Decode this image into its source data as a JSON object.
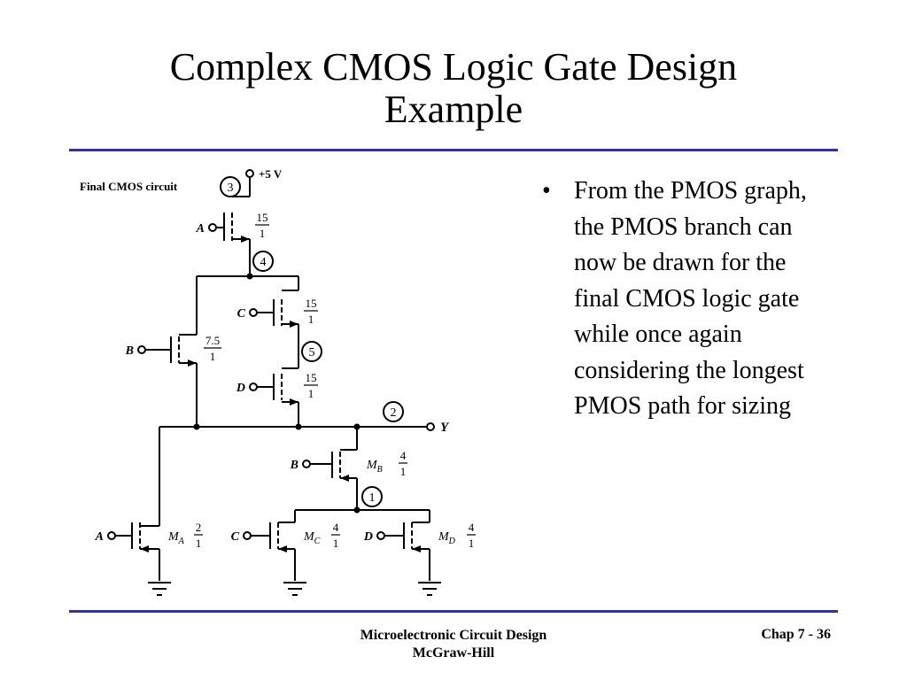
{
  "slide": {
    "title_line1": "Complex CMOS Logic Gate Design",
    "title_line2": "Example"
  },
  "bullets": [
    {
      "text": "From the PMOS graph, the PMOS branch can now be drawn for the final CMOS logic gate while once again considering the longest PMOS path for sizing"
    }
  ],
  "footer": {
    "line1": "Microelectronic Circuit Design",
    "line2": "McGraw-Hill",
    "page": "Chap 7 - 36"
  },
  "circuit": {
    "label": "Final CMOS circuit",
    "supply": "+5 V",
    "output": "Y",
    "nodes": [
      "1",
      "2",
      "3",
      "4",
      "5"
    ],
    "pmos": [
      {
        "gate": "A",
        "ratio_num": "15",
        "ratio_den": "1"
      },
      {
        "gate": "C",
        "ratio_num": "15",
        "ratio_den": "1"
      },
      {
        "gate": "B",
        "ratio_num": "7.5",
        "ratio_den": "1"
      },
      {
        "gate": "D",
        "ratio_num": "15",
        "ratio_den": "1"
      }
    ],
    "nmos": [
      {
        "gate": "B",
        "name": "M",
        "sub": "B",
        "ratio_num": "4",
        "ratio_den": "1"
      },
      {
        "gate": "A",
        "name": "M",
        "sub": "A",
        "ratio_num": "2",
        "ratio_den": "1"
      },
      {
        "gate": "C",
        "name": "M",
        "sub": "C",
        "ratio_num": "4",
        "ratio_den": "1"
      },
      {
        "gate": "D",
        "name": "M",
        "sub": "D",
        "ratio_num": "4",
        "ratio_den": "1"
      }
    ]
  },
  "colors": {
    "rule": "#333399",
    "text": "#000000",
    "background": "#ffffff"
  }
}
